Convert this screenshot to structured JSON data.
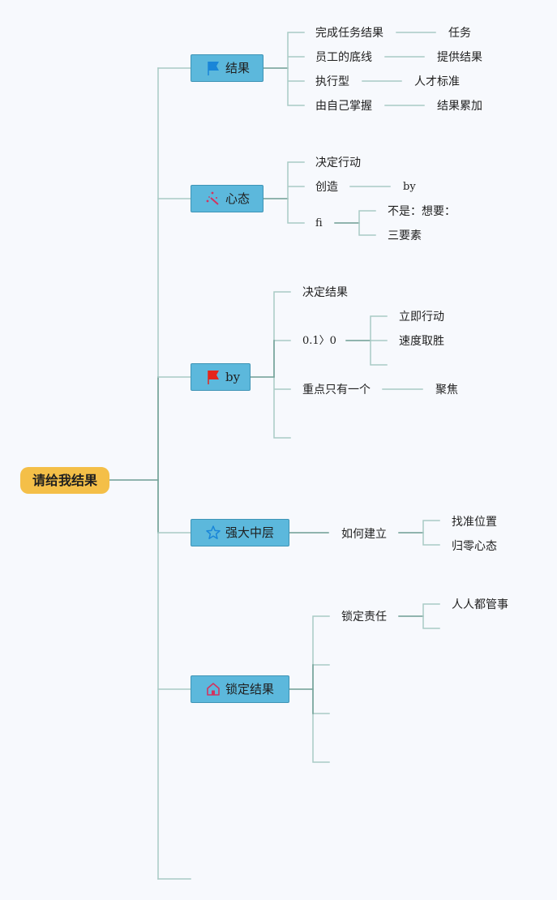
{
  "colors": {
    "background": "#f7f9fd",
    "root_fill": "#f4bf48",
    "topic_fill": "#5cb8dc",
    "connector_dark": "#6e9e94",
    "connector_light": "#a9cbc5"
  },
  "root": {
    "label": "请给我结果"
  },
  "topics": [
    {
      "label": "结果",
      "icon": "blue-flag-icon",
      "children": [
        {
          "label": "完成任务结果",
          "children": [
            {
              "label": "任务"
            }
          ]
        },
        {
          "label": "员工的底线",
          "children": [
            {
              "label": "提供结果"
            }
          ]
        },
        {
          "label": "执行型",
          "children": [
            {
              "label": "人才标准"
            }
          ]
        },
        {
          "label": "由自己掌握",
          "children": [
            {
              "label": "结果累加"
            }
          ]
        }
      ]
    },
    {
      "label": "心态",
      "icon": "magic-wand-icon",
      "children": [
        {
          "label": "决定行动"
        },
        {
          "label": "创造",
          "children": [
            {
              "label": "by"
            }
          ]
        },
        {
          "label": "fi",
          "children": [
            {
              "label": "不是：想要："
            },
            {
              "label": "三要素"
            }
          ]
        }
      ]
    },
    {
      "label": "by",
      "icon": "red-flag-icon",
      "children": [
        {
          "label": "决定结果"
        },
        {
          "label": "0.1〉0",
          "children": [
            {
              "label": "立即行动"
            },
            {
              "label": "速度取胜"
            },
            {
              "label": ""
            }
          ]
        },
        {
          "label": "重点只有一个",
          "children": [
            {
              "label": "聚焦"
            }
          ]
        },
        {
          "label": ""
        }
      ]
    },
    {
      "label": "强大中层",
      "icon": "star-icon",
      "children": [
        {
          "label": "如何建立",
          "children": [
            {
              "label": "找准位置"
            },
            {
              "label": "归零心态"
            }
          ]
        }
      ]
    },
    {
      "label": "锁定结果",
      "icon": "home-icon",
      "children": [
        {
          "label": "锁定责任",
          "children": [
            {
              "label": "人人都管事"
            },
            {
              "label": ""
            }
          ]
        },
        {
          "label": ""
        },
        {
          "label": ""
        },
        {
          "label": ""
        }
      ]
    },
    {
      "label": "",
      "icon": "",
      "children": []
    }
  ]
}
